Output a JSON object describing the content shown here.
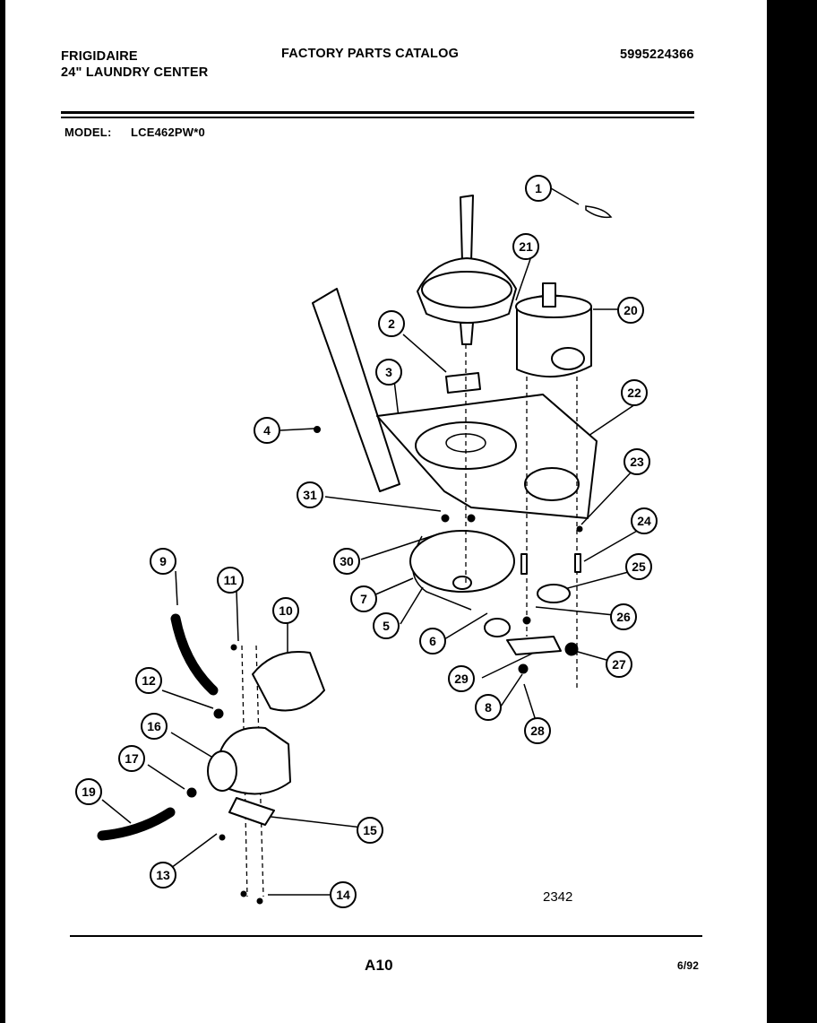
{
  "header": {
    "brand": "FRIGIDAIRE",
    "product": "24\" LAUNDRY CENTER",
    "catalog_title": "FACTORY PARTS CATALOG",
    "catalog_number": "5995224366"
  },
  "model": {
    "label": "MODEL:",
    "value": "LCE462PW*0"
  },
  "diagram": {
    "figure_number": "2342",
    "callouts": [
      "1",
      "2",
      "3",
      "4",
      "5",
      "6",
      "7",
      "8",
      "9",
      "10",
      "11",
      "12",
      "13",
      "14",
      "15",
      "16",
      "17",
      "19",
      "20",
      "21",
      "22",
      "23",
      "24",
      "25",
      "26",
      "27",
      "28",
      "29",
      "30",
      "31"
    ]
  },
  "footer": {
    "page": "A10",
    "date": "6/92"
  }
}
